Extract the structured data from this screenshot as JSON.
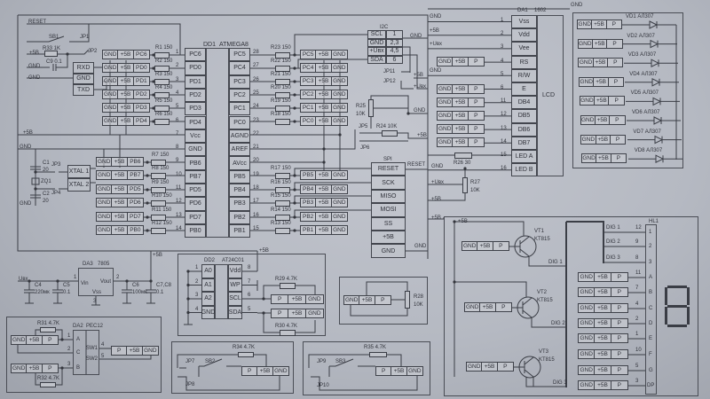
{
  "top_left": {
    "reset": "RESET",
    "sb1": "SB1",
    "jp1": "JP1",
    "jp2": "JP2",
    "plus5": "+5В",
    "r33": "R33 1K",
    "c9": "C9 0.1",
    "gnd_a": "GND",
    "gnd_b": "GND",
    "uart": [
      "RXD",
      "GND",
      "TXD"
    ]
  },
  "rails": {
    "plus5": "+5В",
    "gnd": "GND"
  },
  "crystal": {
    "c1": "C1",
    "c1_val": "20",
    "zq1": "ZQ1",
    "c2": "C2",
    "c2_val": "20",
    "gnd": "GND",
    "jp3": "JP3",
    "jp4": "JP4",
    "xtal": [
      "XTAL 1",
      "XTAL 2"
    ]
  },
  "mcu": {
    "ref": "DD1",
    "part": "ATMEGA8",
    "left_pins": [
      {
        "n": "1",
        "name": "PC6"
      },
      {
        "n": "2",
        "name": "PD0"
      },
      {
        "n": "3",
        "name": "PD1"
      },
      {
        "n": "4",
        "name": "PD2"
      },
      {
        "n": "5",
        "name": "PD3"
      },
      {
        "n": "6",
        "name": "PD4"
      },
      {
        "n": "7",
        "name": "Vcc"
      },
      {
        "n": "8",
        "name": "GND"
      },
      {
        "n": "9",
        "name": "PB6"
      },
      {
        "n": "10",
        "name": "PB7"
      },
      {
        "n": "11",
        "name": "PD5"
      },
      {
        "n": "12",
        "name": "PD6"
      },
      {
        "n": "13",
        "name": "PD7"
      },
      {
        "n": "14",
        "name": "PB0"
      }
    ],
    "right_pins": [
      {
        "n": "28",
        "name": "PC5"
      },
      {
        "n": "27",
        "name": "PC4"
      },
      {
        "n": "26",
        "name": "PC3"
      },
      {
        "n": "25",
        "name": "PC2"
      },
      {
        "n": "24",
        "name": "PC1"
      },
      {
        "n": "23",
        "name": "PC0"
      },
      {
        "n": "22",
        "name": "AGND"
      },
      {
        "n": "21",
        "name": "AREF"
      },
      {
        "n": "20",
        "name": "AVcc"
      },
      {
        "n": "19",
        "name": "PB5"
      },
      {
        "n": "18",
        "name": "PB4"
      },
      {
        "n": "17",
        "name": "PB3"
      },
      {
        "n": "16",
        "name": "PB2"
      },
      {
        "n": "15",
        "name": "PB1"
      }
    ]
  },
  "left_ports": [
    {
      "cells": [
        "GND",
        "+5В",
        "PC6"
      ],
      "res": "R1 150"
    },
    {
      "cells": [
        "GND",
        "+5В",
        "PD0"
      ],
      "res": "R2 150"
    },
    {
      "cells": [
        "GND",
        "+5В",
        "PD1"
      ],
      "res": "R3 150"
    },
    {
      "cells": [
        "GND",
        "+5В",
        "PD2"
      ],
      "res": "R4 150"
    },
    {
      "cells": [
        "GND",
        "+5В",
        "PD3"
      ],
      "res": "R5 150"
    },
    {
      "cells": [
        "GND",
        "+5В",
        "PD4"
      ],
      "res": "R6 150"
    },
    {
      "cells": [
        "GND",
        "+5В",
        "PB6"
      ],
      "res": "R7 150"
    },
    {
      "cells": [
        "GND",
        "+5В",
        "PB7"
      ],
      "res": "R8 150"
    },
    {
      "cells": [
        "GND",
        "+5В",
        "PD5"
      ],
      "res": "R9 150"
    },
    {
      "cells": [
        "GND",
        "+5В",
        "PD6"
      ],
      "res": "R10 150"
    },
    {
      "cells": [
        "GND",
        "+5В",
        "PD7"
      ],
      "res": "R11 150"
    },
    {
      "cells": [
        "GND",
        "+5В",
        "PB0"
      ],
      "res": "R12 150"
    }
  ],
  "right_ports": [
    {
      "cells": [
        "PC5",
        "+5В",
        "GND"
      ],
      "res": "R23 150"
    },
    {
      "cells": [
        "PC4",
        "+5В",
        "GND"
      ],
      "res": "R22 150"
    },
    {
      "cells": [
        "PC3",
        "+5В",
        "GND"
      ],
      "res": "R21 150"
    },
    {
      "cells": [
        "PC2",
        "+5В",
        "GND"
      ],
      "res": "R20 150"
    },
    {
      "cells": [
        "PC1",
        "+5В",
        "GND"
      ],
      "res": "R19 150"
    },
    {
      "cells": [
        "PC0",
        "+5В",
        "GND"
      ],
      "res": "R18 150"
    },
    {
      "cells": [
        "PB5",
        "+5В",
        "GND"
      ],
      "res": "R17 150"
    },
    {
      "cells": [
        "PB4",
        "+5В",
        "GND"
      ],
      "res": "R16 150"
    },
    {
      "cells": [
        "PB3",
        "+5В",
        "GND"
      ],
      "res": "R15 150"
    },
    {
      "cells": [
        "PB2",
        "+5В",
        "GND"
      ],
      "res": "R14 150"
    },
    {
      "cells": [
        "PB1",
        "+5В",
        "GND"
      ],
      "res": "R13 150"
    }
  ],
  "i2c": {
    "title": "I2C",
    "rows": [
      [
        "SCL",
        "1"
      ],
      [
        "GND",
        "2,3"
      ],
      [
        "+Uвх",
        "4,5"
      ],
      [
        "SDA",
        "6"
      ]
    ],
    "gnd": "GND",
    "jp11": "JP11",
    "jp12": "JP12",
    "plus5": "+5В",
    "uin": "+Uвх"
  },
  "contrast": {
    "r25": "R25",
    "r25_val": "10K",
    "gnd": "GND",
    "r24": "R24 10K",
    "jp5": "JP5",
    "jp6": "JP6",
    "plus5": "+5В"
  },
  "spi": {
    "title": "SPI",
    "pins": [
      "RESET",
      "SCK",
      "MISO",
      "MOSI",
      "SS",
      "+5В",
      "GND"
    ],
    "reset_label": "RESET",
    "gnd": "GND"
  },
  "lcd": {
    "ref": "DA1",
    "part": "1602",
    "name": "LCD",
    "top_gnd": "GND",
    "pins": [
      [
        "1",
        "Vss"
      ],
      [
        "2",
        "Vdd"
      ],
      [
        "3",
        "Vee"
      ],
      [
        "4",
        "RS"
      ],
      [
        "5",
        "R/W"
      ],
      [
        "6",
        "E"
      ],
      [
        "11",
        "DB4"
      ],
      [
        "12",
        "DB5"
      ],
      [
        "13",
        "DB6"
      ],
      [
        "14",
        "DB7"
      ],
      [
        "15",
        "LED A"
      ],
      [
        "16",
        "LED B"
      ]
    ],
    "wires": {
      "vss": "GND",
      "vdd": "+5В",
      "vee": "+Uвх",
      "rw": "GND",
      "ledb": "GND",
      "uin": "+Uвх",
      "plus5": "+5В",
      "plus5_b": "+5В"
    },
    "connectors": [
      [
        "GND",
        "+5В",
        "P"
      ],
      [
        "GND",
        "+5В",
        "P"
      ],
      [
        "GND",
        "+5В",
        "P"
      ],
      [
        "GND",
        "+5В",
        "P"
      ],
      [
        "GND",
        "+5В",
        "P"
      ],
      [
        "GND",
        "+5В",
        "P"
      ]
    ],
    "r26": "R26 30",
    "r27": "R27",
    "r27_val": "10K"
  },
  "leds": [
    {
      "label": "VD1 АЛ307",
      "cells": [
        "GND",
        "+5В",
        "P"
      ]
    },
    {
      "label": "VD2 АЛ307",
      "cells": [
        "GND",
        "+5В",
        "P"
      ]
    },
    {
      "label": "VD3 АЛ307",
      "cells": [
        "GND",
        "+5В",
        "P"
      ]
    },
    {
      "label": "VD4 АЛ307",
      "cells": [
        "GND",
        "+5В",
        "P"
      ]
    },
    {
      "label": "VD5 АЛ307",
      "cells": [
        "GND",
        "+5В",
        "P"
      ]
    },
    {
      "label": "VD6 АЛ307",
      "cells": [
        "GND",
        "+5В",
        "P"
      ]
    },
    {
      "label": "VD7 АЛ307",
      "cells": [
        "GND",
        "+5В",
        "P"
      ]
    },
    {
      "label": "VD8 АЛ307",
      "cells": [
        "GND",
        "+5В",
        "P"
      ]
    }
  ],
  "display": {
    "ref": "HL1",
    "transistors": [
      {
        "ref": "VT1",
        "part": "KT815",
        "cells": [
          "GND",
          "+5В",
          "P"
        ],
        "dig": "DIG 1"
      },
      {
        "ref": "VT2",
        "part": "KT815",
        "cells": [
          "GND",
          "+5В",
          "P"
        ],
        "dig": "DIG 2"
      },
      {
        "ref": "VT3",
        "part": "KT815",
        "cells": [
          "GND",
          "+5В",
          "P"
        ],
        "dig": "DIG 3"
      }
    ],
    "pins": [
      [
        "12",
        "1"
      ],
      [
        "9",
        "2"
      ],
      [
        "8",
        "3"
      ],
      [
        "11",
        "A"
      ],
      [
        "7",
        "B"
      ],
      [
        "4",
        "C"
      ],
      [
        "2",
        "D"
      ],
      [
        "1",
        "E"
      ],
      [
        "10",
        "F"
      ],
      [
        "5",
        "G"
      ],
      [
        "3",
        "DP"
      ]
    ],
    "dig_labels": [
      "DIG 1",
      "DIG 2",
      "DIG 3"
    ],
    "seg_connectors": [
      [
        "GND",
        "+5В",
        "P"
      ],
      [
        "GND",
        "+5В",
        "P"
      ],
      [
        "GND",
        "+5В",
        "P"
      ],
      [
        "GND",
        "+5В",
        "P"
      ],
      [
        "GND",
        "+5В",
        "P"
      ],
      [
        "GND",
        "+5В",
        "P"
      ],
      [
        "GND",
        "+5В",
        "P"
      ],
      [
        "GND",
        "+5В",
        "P"
      ]
    ],
    "plus5": "+5В"
  },
  "regulator": {
    "ref": "DA3",
    "part": "7805",
    "vin": "Vin",
    "vout": "Vout",
    "vss": "Vss",
    "pins": [
      "1",
      "2",
      "3"
    ],
    "uin": "Uвх",
    "c4": "C4",
    "c4_val": "220мк",
    "c5": "C5",
    "c5_val": "0.1",
    "c6": "C6",
    "c6_val": "100мк",
    "c7": "C7,C8",
    "c7_val": "0.1",
    "plus5": "+5В",
    "plus5_b": "+5В"
  },
  "eeprom": {
    "ref": "DD2",
    "part": "AT24C01",
    "left": [
      [
        "1",
        "A0"
      ],
      [
        "2",
        "A1"
      ],
      [
        "3",
        "A2"
      ],
      [
        "4",
        "GND"
      ]
    ],
    "right": [
      [
        "8",
        "Vdd"
      ],
      [
        "7",
        "WP"
      ],
      [
        "6",
        "SCL"
      ],
      [
        "5",
        "SDA"
      ]
    ],
    "r29": "R29 4.7K",
    "r30": "R30 4.7K",
    "conn_scl": [
      "P",
      "+5В",
      "GND"
    ],
    "conn_sda": [
      "P",
      "+5В",
      "GND"
    ]
  },
  "encoder": {
    "ref": "DA2",
    "part": "PEC12",
    "r31": "R31 4.7K",
    "r32": "R32 4.7K",
    "conn_a": [
      "GND",
      "+5В",
      "P"
    ],
    "conn_b": [
      "GND",
      "+5В",
      "P"
    ],
    "pins_left": [
      [
        "1",
        "A"
      ],
      [
        "2",
        "C"
      ],
      [
        "3",
        "B"
      ]
    ],
    "pins_right": [
      [
        "4",
        "SW1"
      ],
      [
        "5",
        "SW2"
      ]
    ],
    "conn_sw": [
      "P",
      "+5В",
      "GND"
    ]
  },
  "pot": {
    "ref": "R28",
    "val": "10K",
    "cells": [
      "GND",
      "+5В",
      "P"
    ]
  },
  "button2": {
    "r": "R34 4.7K",
    "jp_a": "JP7",
    "sb": "SB2",
    "jp_b": "JP8",
    "cells": [
      "P",
      "+5В",
      "GND"
    ]
  },
  "button3": {
    "r": "R35 4.7K",
    "jp_a": "JP9",
    "sb": "SB3",
    "jp_b": "JP10",
    "cells": [
      "P",
      "+5В",
      "GND"
    ]
  }
}
